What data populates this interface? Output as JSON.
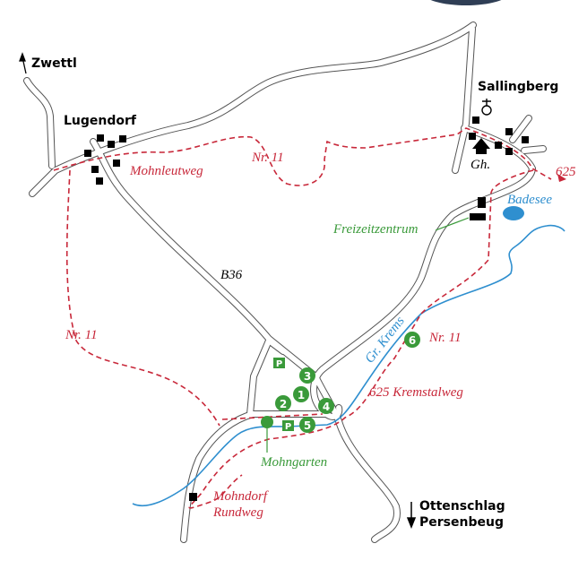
{
  "places": {
    "zwettl": "Zwettl",
    "lugendorf": "Lugendorf",
    "sallingberg": "Sallingberg",
    "ottenschlag": "Ottenschlag",
    "persenbeug": "Persenbeug"
  },
  "labels": {
    "gh": "Gh.",
    "route_625": "625",
    "badesee": "Badesee",
    "freizeitzentrum": "Freizeitzentrum",
    "b36": "B36",
    "mohnleutweg": "Mohnleutweg",
    "nr11_north": "Nr. 11",
    "nr11_west": "Nr. 11",
    "nr11_east": "Nr. 11",
    "gr_krems": "Gr. Krems",
    "kremstalweg": "625 Kremstalweg",
    "mohngarten": "Mohngarten",
    "mohndorf": "Mohndorf",
    "rundweg": "Rundweg"
  },
  "markers": [
    "1",
    "2",
    "3",
    "4",
    "5",
    "6"
  ],
  "parking": "P",
  "colors": {
    "trail": "#c8283a",
    "green": "#3a9a3a",
    "river": "#2f8fcf",
    "navy": "#2f3e55"
  }
}
